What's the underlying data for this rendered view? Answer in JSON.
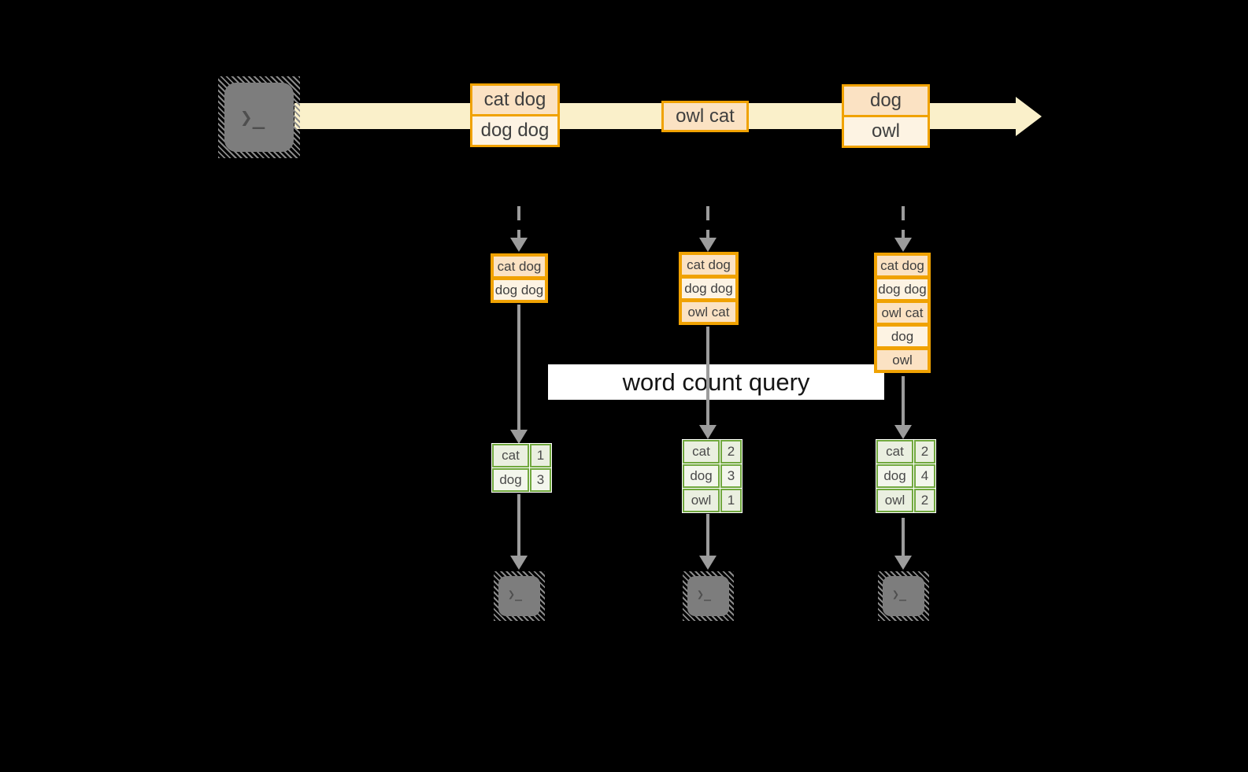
{
  "banner": {
    "label": "word count query"
  },
  "icons": {
    "prompt_glyph": "❯_"
  },
  "stream": {
    "events": [
      {
        "lines": [
          "cat dog",
          "dog dog"
        ]
      },
      {
        "lines": [
          "owl cat"
        ]
      },
      {
        "lines": [
          "dog",
          "owl"
        ]
      }
    ]
  },
  "columns": [
    {
      "buffer": [
        "cat dog",
        "dog dog"
      ],
      "counts": [
        {
          "word": "cat",
          "count": "1"
        },
        {
          "word": "dog",
          "count": "3"
        }
      ]
    },
    {
      "buffer": [
        "cat dog",
        "dog dog",
        "owl cat"
      ],
      "counts": [
        {
          "word": "cat",
          "count": "2"
        },
        {
          "word": "dog",
          "count": "3"
        },
        {
          "word": "owl",
          "count": "1"
        }
      ]
    },
    {
      "buffer": [
        "cat dog",
        "dog dog",
        "owl cat",
        "dog",
        "owl"
      ],
      "counts": [
        {
          "word": "cat",
          "count": "2"
        },
        {
          "word": "dog",
          "count": "4"
        },
        {
          "word": "owl",
          "count": "2"
        }
      ]
    }
  ],
  "colors": {
    "accent_orange": "#F0A202",
    "fill_peach": "#FBE2C3",
    "fill_cream": "#FDF3E3",
    "stream_band": "#FAF0CA",
    "green_border": "#71A83E",
    "green_fill_a": "#EAEFE0",
    "green_fill_b": "#F3F6EC",
    "arrow_gray": "#9C9C9C",
    "banner_bg": "#FFFFFF"
  }
}
